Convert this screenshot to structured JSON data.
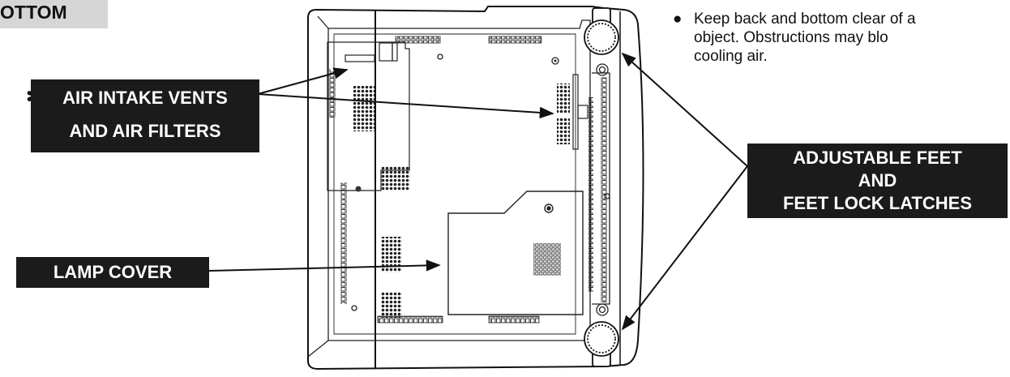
{
  "header": {
    "title": "OTTOM"
  },
  "labels": {
    "asterisk": "✻",
    "air_intake_line1": "AIR INTAKE VENTS",
    "air_intake_line2": "AND AIR FILTERS",
    "lamp_cover": "LAMP COVER",
    "feet_line1": "ADJUSTABLE FEET",
    "feet_line2": "AND",
    "feet_line3": "FEET LOCK LATCHES"
  },
  "notes": [
    {
      "bullet": "●",
      "text": "Keep back and bottom clear of a"
    },
    {
      "bullet": "",
      "text": "object.  Obstructions may blo"
    },
    {
      "bullet": "",
      "text": "cooling air."
    }
  ]
}
